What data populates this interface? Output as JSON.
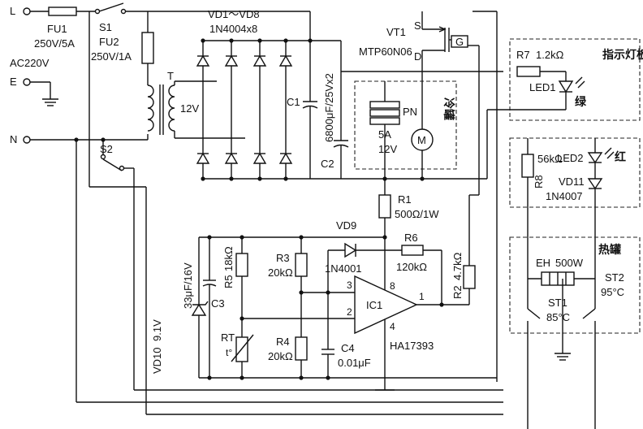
{
  "labels": {
    "ac_in": "AC220V",
    "earth_in": "E",
    "neutral_in": "N",
    "live_in": "L",
    "fu1": "FU1",
    "fu1_rating": "250V/5A",
    "s1": "S1",
    "fu2": "FU2",
    "fu2_rating": "250V/1A",
    "s2": "S2",
    "transformer": "T",
    "secondary": "12V",
    "bridge": "VD1～VD8",
    "bridge_part": "1N4004x8",
    "c1": "C1",
    "c1_value": "6800μF/25Vx2",
    "c2": "C2",
    "vt1": "VT1",
    "vt1_part": "MTP60N06",
    "source": "S",
    "drain": "D",
    "gate": "G",
    "peltier": "PN",
    "peltier_rating1": "5A",
    "peltier_rating2": "12V",
    "motor": "M",
    "cold_tank": "冷罐",
    "r7": "R7",
    "r7_value": "1.2kΩ",
    "led1": "LED1",
    "led1_color": "绿",
    "indicator_board": "指示灯板",
    "led2": "LED2",
    "led2_color": "红",
    "r8": "R8",
    "r8_value": "56kΩ",
    "vd11": "VD11",
    "vd11_part": "1N4007",
    "r1": "R1",
    "r1_value": "500Ω/1W",
    "vd9": "VD9",
    "vd9_part": "1N4001",
    "r6": "R6",
    "r6_value": "120kΩ",
    "r2": "R2",
    "r2_value": "4.7kΩ",
    "r3": "R3",
    "r3_value": "20kΩ",
    "r4": "R4",
    "r4_value": "20kΩ",
    "r5": "R5",
    "r5_value": "18kΩ",
    "c3": "C3",
    "c3_value": "33μF/16V",
    "c4": "C4",
    "c4_value": "0.01μF",
    "vd10": "VD10",
    "vd10_value": "9.1V",
    "rt": "RT",
    "rt_symbol": "t°",
    "ic1": "IC1",
    "ic1_part": "HA17393",
    "pin3": "3",
    "pin2": "2",
    "pin8": "8",
    "pin4": "4",
    "pin1": "1",
    "hot_tank": "热罐",
    "eh": "EH",
    "eh_value": "500W",
    "st1": "ST1",
    "st1_value": "85°C",
    "st2": "ST2",
    "st2_value": "95°C"
  }
}
